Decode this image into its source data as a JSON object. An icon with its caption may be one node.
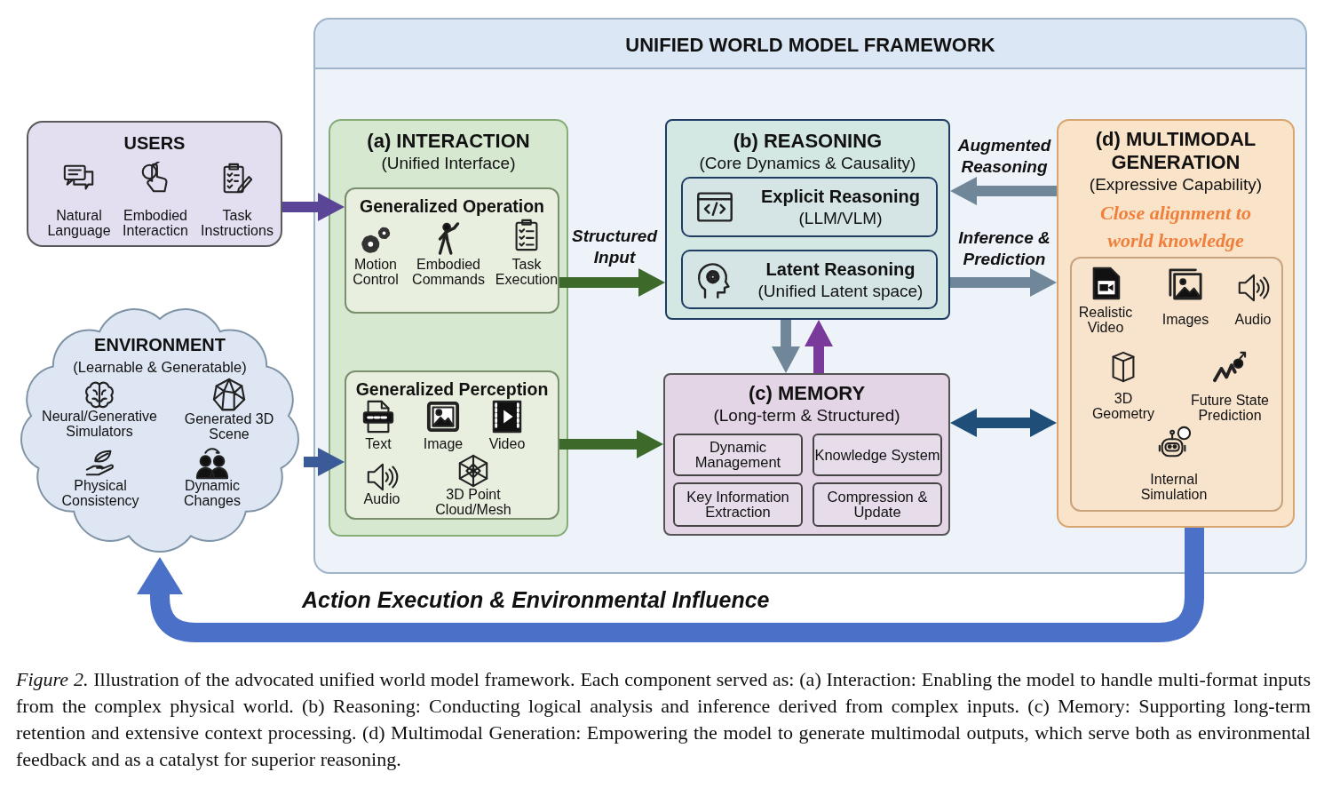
{
  "diagram": {
    "caption": "*Figure 2.* Illustration of the advocated unified world model framework. Each component served as: (a) Interaction: Enabling the model to handle multi-format inputs from the complex physical world. (b) Reasoning: Conducting logical analysis and inference derived from complex inputs. (c) Memory: Supporting long-term retention and extensive context processing. (d) Multimodal Generation: Empowering the model to generate multimodal outputs, which serve both as environmental feedback and as a catalyst for superior reasoning.",
    "nodes": [
      {
        "text": [
          "UNIFIED WORLD MODEL FRAMEWORK"
        ]
      },
      {
        "text": [
          "USERS",
          "Natural Language",
          "Embodied Interacticn",
          "Task Instructions"
        ]
      },
      {
        "text": [
          "ENVIRONMENT",
          "(Learnable & Generatable)",
          "Neural/Generative Simulators",
          "Generated 3D Scene",
          "Physical Consistency",
          "Dynamic Changes"
        ]
      },
      {
        "text": [
          "(a) INTERACTION",
          "(Unified Interface)"
        ],
        "in": 0
      },
      {
        "text": [
          "Generalized Operation",
          "Motion Control",
          "Embodied Commands",
          "Task Execution"
        ],
        "in": 3
      },
      {
        "text": [
          "Generalized Perception",
          "Text",
          "Image",
          "Video",
          "Audio",
          "3D Point Cloud/Mesh"
        ],
        "in": 3
      },
      {
        "text": [
          "(b) REASONING",
          "(Core Dynamics & Causality)"
        ],
        "in": 0
      },
      {
        "text": [
          "Explicit Reasoning",
          "(LLM/VLM)"
        ],
        "in": 6
      },
      {
        "text": [
          "Latent Reasoning",
          "(Unified Latent space)"
        ],
        "in": 6
      },
      {
        "text": [
          "(c) MEMORY",
          "(Long-term & Structured)"
        ],
        "in": 0
      },
      {
        "text": [
          "Dynamic Management"
        ],
        "in": 9
      },
      {
        "text": [
          "Knowledge System"
        ],
        "in": 9
      },
      {
        "text": [
          "Key Information Extraction"
        ],
        "in": 9
      },
      {
        "text": [
          "Compression & Update"
        ],
        "in": 9
      },
      {
        "text": [
          "(d) MULTIMODAL GENERATION",
          "(Expressive Capability)",
          "Close alignment to world knowledge"
        ],
        "in": 0
      },
      {
        "text": [
          "Realistic Video",
          "Images",
          "Audio",
          "3D Geometry",
          "Future State Prediction",
          "Internal Simulation"
        ],
        "in": 14
      }
    ],
    "edges": [
      {
        "from": 1,
        "to": 4,
        "arrow": "to",
        "color": "#5b4596"
      },
      {
        "from": 2,
        "to": 5,
        "arrow": "to",
        "color": "#3a5a98"
      },
      {
        "from": 4,
        "to": 6,
        "arrow": "to",
        "label": "Structured Input",
        "color": "#3d6a2a"
      },
      {
        "from": 5,
        "to": 9,
        "arrow": "to",
        "color": "#3d6a2a"
      },
      {
        "from": 14,
        "to": 6,
        "arrow": "to",
        "label": "Augmented Reasoning"
      },
      {
        "from": 6,
        "to": 14,
        "arrow": "to",
        "label": "Inference & Prediction"
      },
      {
        "from": 6,
        "to": 9,
        "arrow": "to"
      },
      {
        "from": 9,
        "to": 6,
        "arrow": "to",
        "color": "#7a3a9c"
      },
      {
        "from": 9,
        "to": 14,
        "arrow": "both",
        "color": "#1f4e79"
      },
      {
        "from": 14,
        "to": 2,
        "arrow": "to",
        "label": "Action Execution & Environmental Influence",
        "style": "thick",
        "color": "#4a70c8"
      }
    ]
  }
}
